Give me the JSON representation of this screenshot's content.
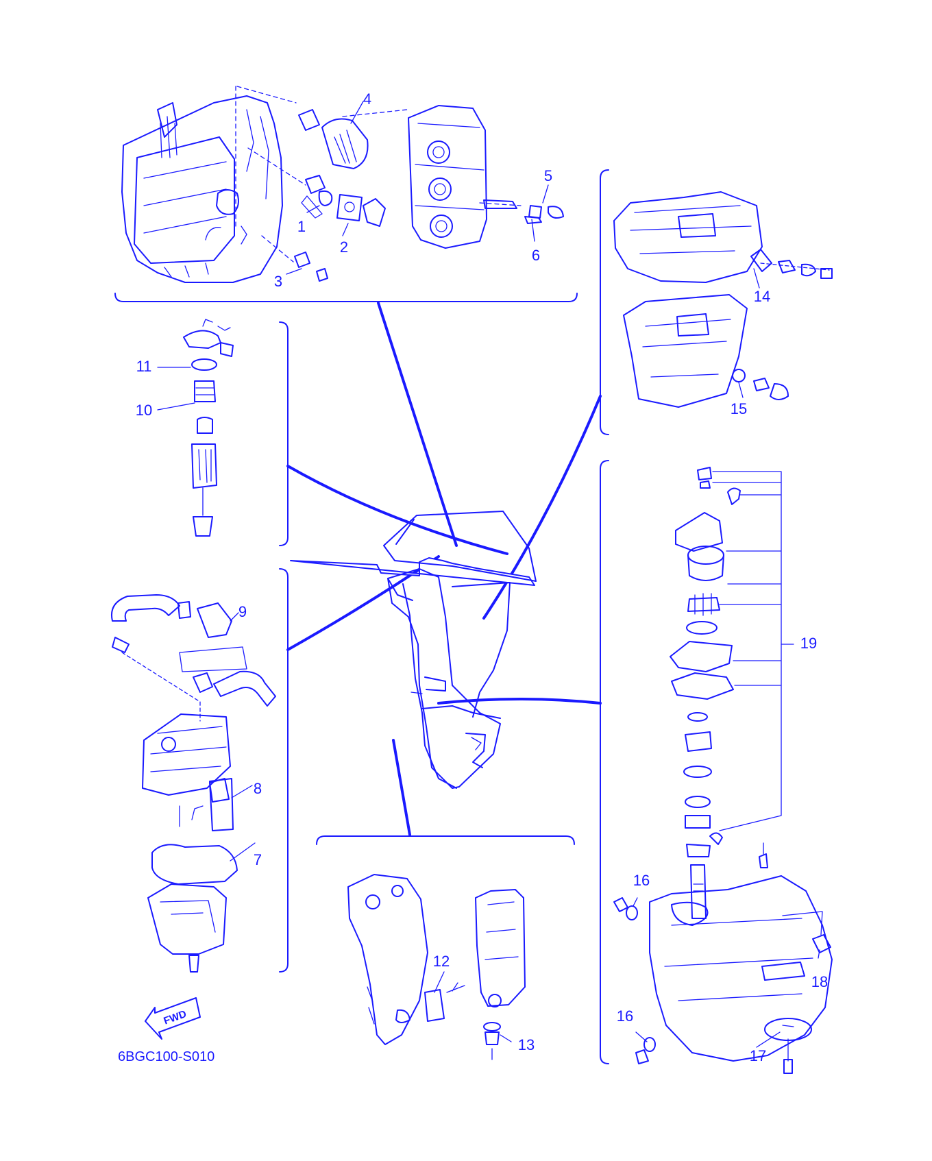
{
  "accent_color": "#1a1aff",
  "diagram_code": "6BGC100-S010",
  "fwd_label": "FWD",
  "callouts": [
    {
      "id": "1",
      "text": "1"
    },
    {
      "id": "2",
      "text": "2"
    },
    {
      "id": "3",
      "text": "3"
    },
    {
      "id": "4",
      "text": "4"
    },
    {
      "id": "5",
      "text": "5"
    },
    {
      "id": "6",
      "text": "6"
    },
    {
      "id": "7",
      "text": "7"
    },
    {
      "id": "8",
      "text": "8"
    },
    {
      "id": "9",
      "text": "9"
    },
    {
      "id": "10",
      "text": "10"
    },
    {
      "id": "11",
      "text": "11"
    },
    {
      "id": "12",
      "text": "12"
    },
    {
      "id": "13",
      "text": "13"
    },
    {
      "id": "14",
      "text": "14"
    },
    {
      "id": "15",
      "text": "15"
    },
    {
      "id": "16a",
      "text": "16"
    },
    {
      "id": "16b",
      "text": "16"
    },
    {
      "id": "17",
      "text": "17"
    },
    {
      "id": "18",
      "text": "18"
    },
    {
      "id": "19",
      "text": "19"
    }
  ]
}
